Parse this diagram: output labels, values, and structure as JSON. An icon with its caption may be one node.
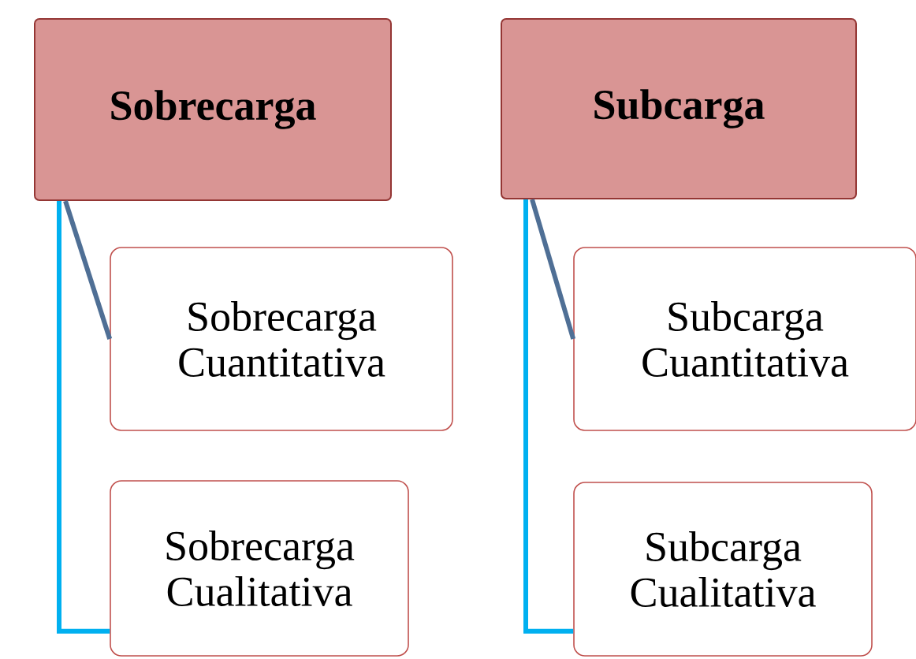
{
  "diagram": {
    "nodes": [
      {
        "text": [
          "Sobrecarga"
        ]
      },
      {
        "text": [
          "Sobrecarga Cuantitativa"
        ]
      },
      {
        "text": [
          "Sobrecarga Cualitativa"
        ]
      },
      {
        "text": [
          "Subcarga"
        ]
      },
      {
        "text": [
          "Subcarga Cuantitativa"
        ]
      },
      {
        "text": [
          "Subcarga Cualitativa"
        ]
      }
    ],
    "edges": [
      {
        "from": 0,
        "to": 1,
        "arrow": "none",
        "color": "#4f6f95"
      },
      {
        "from": 0,
        "to": 2,
        "arrow": "none",
        "color": "#00b0f0"
      },
      {
        "from": 3,
        "to": 4,
        "arrow": "none",
        "color": "#4f6f95"
      },
      {
        "from": 3,
        "to": 5,
        "arrow": "none",
        "color": "#00b0f0"
      }
    ]
  }
}
